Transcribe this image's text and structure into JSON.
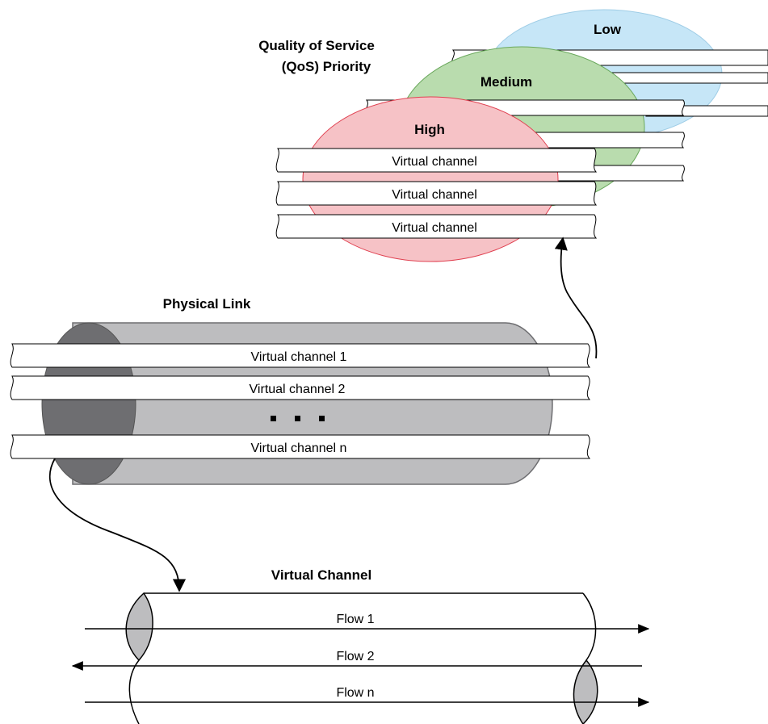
{
  "qos": {
    "title_line1": "Quality of Service",
    "title_line2": "(QoS) Priority",
    "low": "Low",
    "medium": "Medium",
    "high": "High",
    "channel_label": "Virtual channel",
    "colors": {
      "low": "#c6e6f7",
      "medium": "#b9dcae",
      "high": "#f6c2c6",
      "high_border": "#e04050"
    }
  },
  "physical_link": {
    "title": "Physical Link",
    "channels": [
      "Virtual channel 1",
      "Virtual channel 2",
      "Virtual channel n"
    ],
    "colors": {
      "body": "#bdbdbf",
      "face": "#6e6e71"
    }
  },
  "virtual_channel": {
    "title": "Virtual Channel",
    "flows": [
      "Flow 1",
      "Flow 2",
      "Flow n"
    ]
  }
}
